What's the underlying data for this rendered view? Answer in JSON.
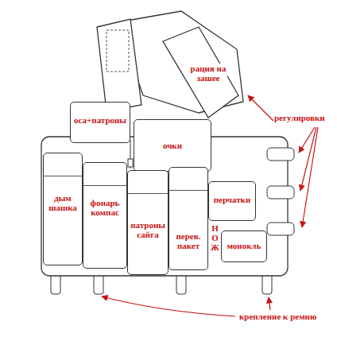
{
  "diagram": {
    "nodes": [
      {
        "text": [
          "оса+патроны"
        ]
      },
      {
        "text": [
          "очки"
        ]
      },
      {
        "text": [
          "дым шашка"
        ]
      },
      {
        "text": [
          "фонарь компас"
        ]
      },
      {
        "text": [
          "патроны сайга"
        ]
      },
      {
        "text": [
          "перев. пакет"
        ]
      },
      {
        "text": [
          "перчатки"
        ]
      },
      {
        "text": [
          "монокль"
        ]
      }
    ],
    "labels": [
      "рация на зашее",
      "регулировки",
      "Н О Ж",
      "крепление к ремню"
    ]
  }
}
